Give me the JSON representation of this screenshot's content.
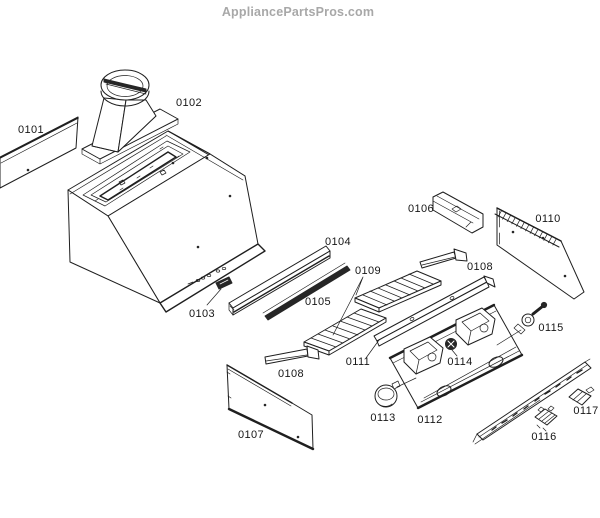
{
  "colors": {
    "background": "#ffffff",
    "line_art": "#1f1f1f",
    "watermark": "#a8a8a8"
  },
  "watermark": {
    "text": "AppliancePartsPros.com"
  },
  "diagram": {
    "labels": {
      "p0101": "0101",
      "p0102": "0102",
      "p0103": "0103",
      "p0104": "0104",
      "p0105": "0105",
      "p0106": "0106",
      "p0107": "0107",
      "p0108": "0108",
      "p0109": "0109",
      "p0110": "0110",
      "p0111": "0111",
      "p0112": "0112",
      "p0113": "0113",
      "p0114": "0114",
      "p0115": "0115",
      "p0116": "0116",
      "p0117": "0117"
    }
  }
}
